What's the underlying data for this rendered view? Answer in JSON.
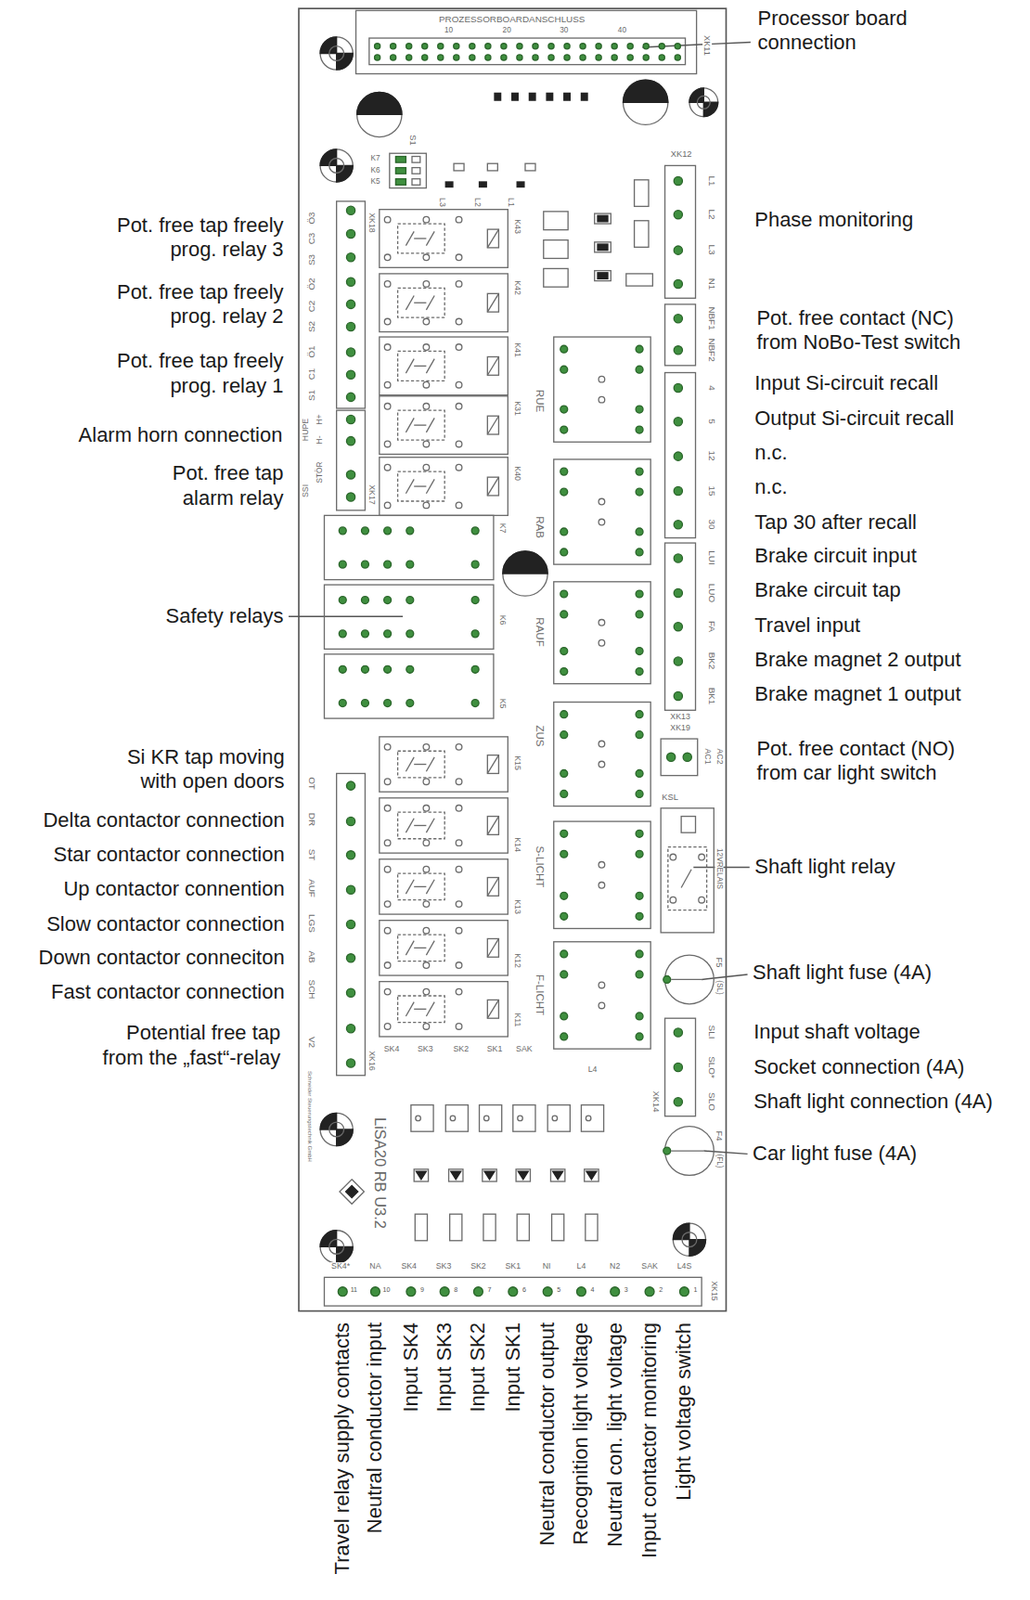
{
  "diagram": {
    "labels": [
      "Processor board connection",
      "Phase monitoring",
      "Pot. free contact (NC) from NoBo-Test switch",
      "Input Si-circuit recall",
      "Output Si-circuit recall",
      "n.c.",
      "n.c.",
      "Tap 30 after recall",
      "Brake circuit input",
      "Brake circuit tap",
      "Travel input",
      "Brake magnet 2 output",
      "Brake magnet 1 output",
      "Pot. free contact (NO) from car light switch",
      "Shaft light relay",
      "Shaft light fuse (4A)",
      "Input shaft voltage",
      "Socket connection (4A)",
      "Shaft light connection (4A)",
      "Car light fuse (4A)",
      "Pot. free tap freely prog. relay 3",
      "Pot. free tap freely prog. relay 2",
      "Pot. free tap freely prog. relay 1",
      "Alarm horn connection",
      "Pot. free tap alarm relay",
      "Safety relays",
      "Si KR tap moving with open doors",
      "Delta contactor connection",
      "Star contactor connection",
      "Up contactor connention",
      "Slow contactor connection",
      "Down contactor conneciton",
      "Fast contactor connection",
      "Potential free tap from the „fast“-relay",
      "Travel relay supply contacts",
      "Neutral conductor input",
      "Input SK4",
      "Input SK3",
      "Input SK2",
      "Input SK1",
      "Neutral conductor output",
      "Recognition light voltage",
      "Neutral con. light voltage",
      "Input contactor monitoring",
      "Light voltage switch",
      "PROZESSORBOARDANSCHLUSS",
      "10",
      "20",
      "30",
      "40",
      "XK11",
      "S1",
      "K7",
      "K6",
      "K5",
      "XK12",
      "L1",
      "L2",
      "L3",
      "N1",
      "NBF1",
      "NBF2",
      "4",
      "5",
      "12",
      "15",
      "30",
      "LUI",
      "LUO",
      "FA",
      "BK2",
      "BK1",
      "XK13",
      "XK19",
      "AC1",
      "AC2",
      "KSL",
      "12VRELAIS",
      "F5",
      "(SL)",
      "SLI",
      "SLO*",
      "SLO",
      "XK14",
      "F4",
      "(FL)",
      "Ö3",
      "C3",
      "S3",
      "Ö2",
      "C2",
      "S2",
      "Ö1",
      "C1",
      "S1",
      "H+",
      "H-",
      "HUPE",
      "STÖR",
      "SSI",
      "XK18",
      "XK17",
      "L3",
      "L2",
      "L1",
      "K43",
      "K42",
      "K41",
      "K31",
      "K40",
      "RUE",
      "RAB",
      "K7",
      "RAUF",
      "K6",
      "K5",
      "ZUS",
      "S-LICHT",
      "F-LICHT",
      "K15",
      "K14",
      "K13",
      "K12",
      "K11",
      "OT",
      "DR",
      "ST",
      "AUF",
      "LGS",
      "AB",
      "SCH",
      "V2",
      "XK16",
      "SK4",
      "SK3",
      "SK2",
      "SK1",
      "SAK",
      "L4",
      "LiSA20 RB U3.2",
      "Schneider Steuerungstechnik GmbH",
      "SK4*",
      "NA",
      "SK4",
      "SK3",
      "SK2",
      "SK1",
      "NI",
      "L4",
      "N2",
      "SAK",
      "L4S",
      "XK15",
      "11",
      "10",
      "9",
      "8",
      "7",
      "6",
      "5",
      "4",
      "3",
      "2",
      "1"
    ]
  }
}
